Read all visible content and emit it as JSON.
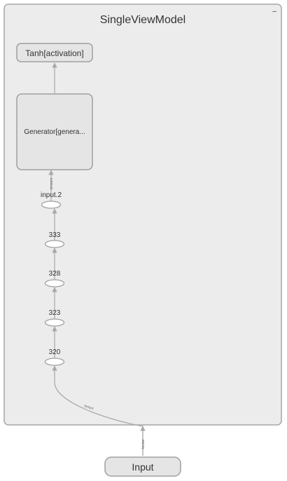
{
  "graph": {
    "module_title": "SingleViewModel",
    "collapse_glyph": "–",
    "nodes": {
      "tanh": "Tanh[activation]",
      "generator": "Generator[genera...",
      "input_2": "input.2",
      "op_333": "333",
      "op_328": "328",
      "op_323": "323",
      "op_320": "320",
      "input": "Input"
    },
    "edge_labels": {
      "into_generator": "tensors",
      "from_input_curve": "tensor",
      "from_input_stub": "tensor"
    }
  }
}
